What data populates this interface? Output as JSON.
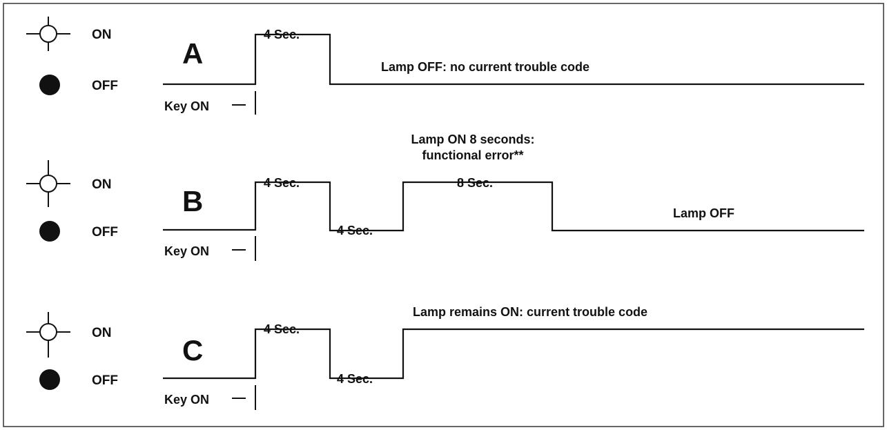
{
  "colors": {
    "ink": "#111111",
    "background": "#ffffff",
    "frame": "#333333"
  },
  "legend": {
    "on_label": "ON",
    "off_label": "OFF",
    "on_icon": "lamp-on-icon",
    "off_icon": "lamp-off-icon"
  },
  "key_on_label": "Key ON",
  "rows": {
    "a": {
      "letter": "A",
      "first_interval": "4 Sec.",
      "note": "Lamp OFF: no current trouble code"
    },
    "b": {
      "letter": "B",
      "first_interval": "4 Sec.",
      "second_interval": "4 Sec.",
      "third_interval": "8 Sec.",
      "note_line1": "Lamp ON 8 seconds:",
      "note_line2": "functional error**",
      "end_note": "Lamp OFF"
    },
    "c": {
      "letter": "C",
      "first_interval": "4 Sec.",
      "second_interval": "4 Sec.",
      "note": "Lamp remains ON: current trouble code"
    }
  }
}
